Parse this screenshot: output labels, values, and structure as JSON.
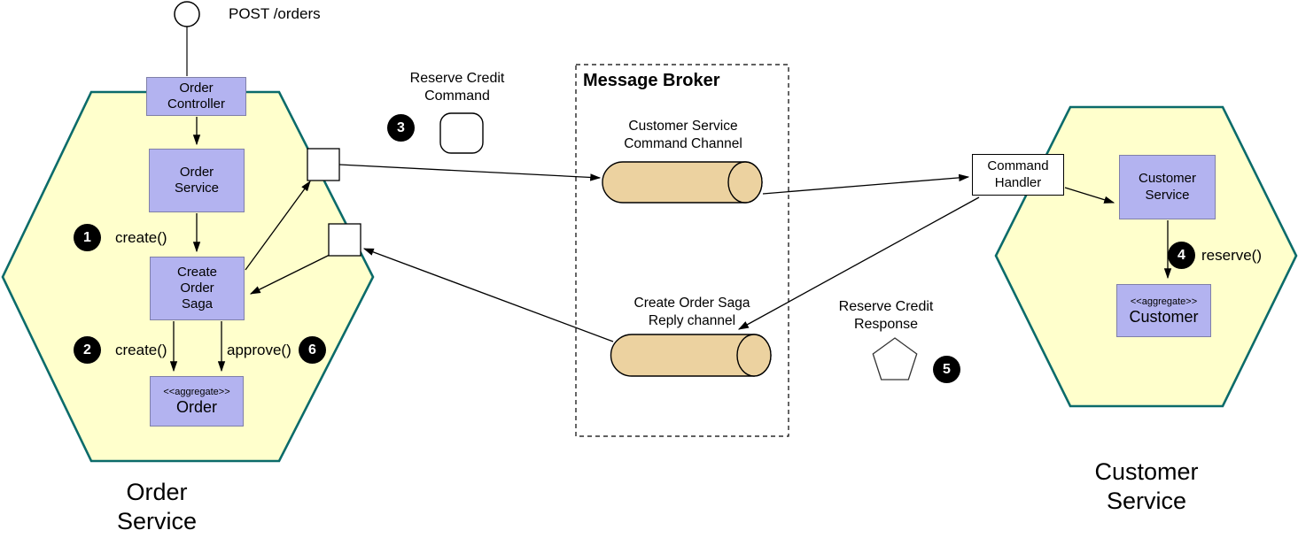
{
  "colors": {
    "hexagon_fill": "#ffffcc",
    "hexagon_stroke": "#0b6b6a",
    "component_fill": "#b3b3f0",
    "component_stroke": "#8080a8",
    "channel_fill": "#ecd2a0",
    "badge_fill": "#000000",
    "badge_text": "#ffffff"
  },
  "entry": {
    "label": "POST /orders"
  },
  "order_service": {
    "caption": [
      "Order",
      "Service"
    ],
    "controller": [
      "Order",
      "Controller"
    ],
    "service": [
      "Order",
      "Service"
    ],
    "saga": [
      "Create",
      "Order",
      "Saga"
    ],
    "aggregate": {
      "stereotype": "<<aggregate>>",
      "name": "Order"
    }
  },
  "customer_service": {
    "caption": [
      "Customer",
      "Service"
    ],
    "service": [
      "Customer",
      "Service"
    ],
    "aggregate": {
      "stereotype": "<<aggregate>>",
      "name": "Customer"
    },
    "command_handler": [
      "Command",
      "Handler"
    ]
  },
  "message_broker": {
    "title": "Message Broker",
    "command_channel": [
      "Customer Service",
      "Command Channel"
    ],
    "reply_channel": [
      "Create Order Saga",
      "Reply channel"
    ]
  },
  "messages": {
    "command": [
      "Reserve Credit",
      "Command"
    ],
    "response": [
      "Reserve Credit",
      "Response"
    ]
  },
  "steps": {
    "s1": {
      "num": "1",
      "label": "create()"
    },
    "s2": {
      "num": "2",
      "label": "create()"
    },
    "s3": {
      "num": "3"
    },
    "s4": {
      "num": "4",
      "label": "reserve()"
    },
    "s5": {
      "num": "5"
    },
    "s6": {
      "num": "6",
      "label": "approve()"
    }
  }
}
